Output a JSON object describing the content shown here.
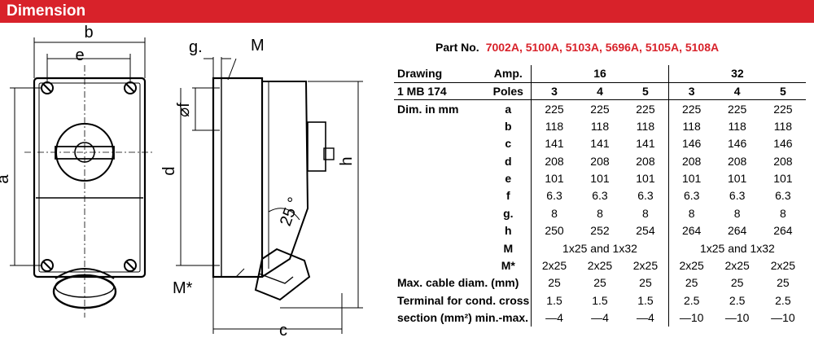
{
  "header": {
    "title": "Dimension"
  },
  "drawing_labels": {
    "b": "b",
    "e": "e",
    "g": "g.",
    "M": "M",
    "a": "a",
    "phi_f": "⌀f",
    "d": "d",
    "h": "h",
    "angle": "25 °",
    "M_star": "M*",
    "c": "c"
  },
  "part": {
    "label": "Part No.",
    "codes": "7002A, 5100A, 5103A, 5696A, 5105A, 5108A"
  },
  "table": {
    "head1": [
      "Drawing",
      "Amp.",
      "16",
      "32"
    ],
    "head2": [
      "1 MB 174",
      "Poles",
      "3",
      "4",
      "5",
      "3",
      "4",
      "5"
    ],
    "rows": [
      {
        "label": "Dim. in mm",
        "key": "a",
        "values": [
          "225",
          "225",
          "225",
          "225",
          "225",
          "225"
        ]
      },
      {
        "label": "",
        "key": "b",
        "values": [
          "118",
          "118",
          "118",
          "118",
          "118",
          "118"
        ]
      },
      {
        "label": "",
        "key": "c",
        "values": [
          "141",
          "141",
          "141",
          "146",
          "146",
          "146"
        ]
      },
      {
        "label": "",
        "key": "d",
        "values": [
          "208",
          "208",
          "208",
          "208",
          "208",
          "208"
        ]
      },
      {
        "label": "",
        "key": "e",
        "values": [
          "101",
          "101",
          "101",
          "101",
          "101",
          "101"
        ]
      },
      {
        "label": "",
        "key": "f",
        "values": [
          "6.3",
          "6.3",
          "6.3",
          "6.3",
          "6.3",
          "6.3"
        ]
      },
      {
        "label": "",
        "key": "g.",
        "values": [
          "8",
          "8",
          "8",
          "8",
          "8",
          "8"
        ]
      },
      {
        "label": "",
        "key": "h",
        "values": [
          "250",
          "252",
          "254",
          "264",
          "264",
          "264"
        ]
      }
    ],
    "m_row": {
      "key": "M",
      "values": [
        "1x25 and 1x32",
        "1x25 and 1x32"
      ]
    },
    "mstar_row": {
      "key": "M*",
      "values": [
        "2x25",
        "2x25",
        "2x25",
        "2x25",
        "2x25",
        "2x25"
      ]
    },
    "extra_rows": [
      {
        "label": "Max. cable diam. (mm)",
        "values": [
          "25",
          "25",
          "25",
          "25",
          "25",
          "25"
        ]
      },
      {
        "label": "Terminal for cond. cross",
        "values": [
          "1.5",
          "1.5",
          "1.5",
          "2.5",
          "2.5",
          "2.5"
        ]
      },
      {
        "label": "section (mm²) min.-max.",
        "values": [
          "—4",
          "—4",
          "—4",
          "—10",
          "—10",
          "—10"
        ]
      }
    ]
  }
}
